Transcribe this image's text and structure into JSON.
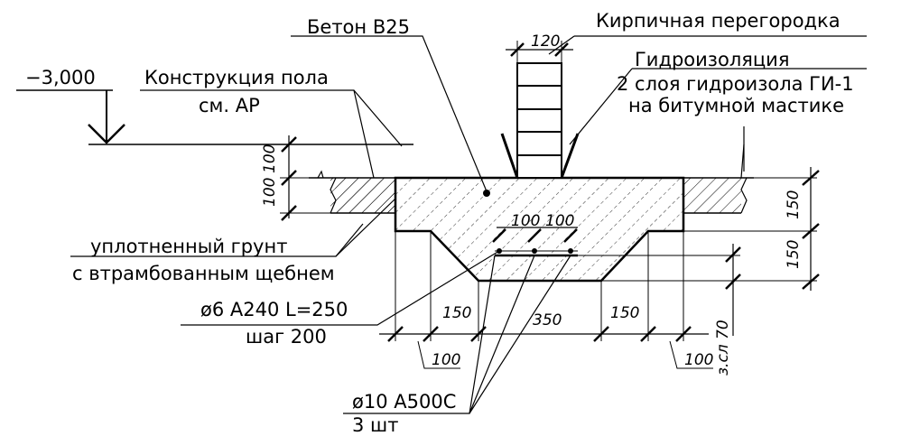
{
  "labels": {
    "level": "−3,000",
    "floor_1": "Конструкция пола",
    "floor_2": "см. АР",
    "concrete": "Бетон В25",
    "wall": "Кирпичная перегородка",
    "wp_1": "Гидроизоляция",
    "wp_2": "2 слоя гидроизола ГИ-1",
    "wp_3": "на битумной мастике",
    "soil_1": "уплотненный грунт",
    "soil_2": "с втрамбованным щебнем",
    "bar6_1": "ø6 А240 L=250",
    "bar6_2": "шаг 200",
    "bar10_1": "ø10 А500С",
    "bar10_2": "3 шт"
  },
  "dims": {
    "d120": "120",
    "d100a": "100",
    "d100b": "100",
    "d100c": "100",
    "d100d": "100",
    "d150a": "150",
    "d150b": "150",
    "d150c": "150",
    "d150d": "150",
    "d350": "350",
    "d100e": "100",
    "d100f": "100",
    "zsl": "з.сл 70"
  }
}
